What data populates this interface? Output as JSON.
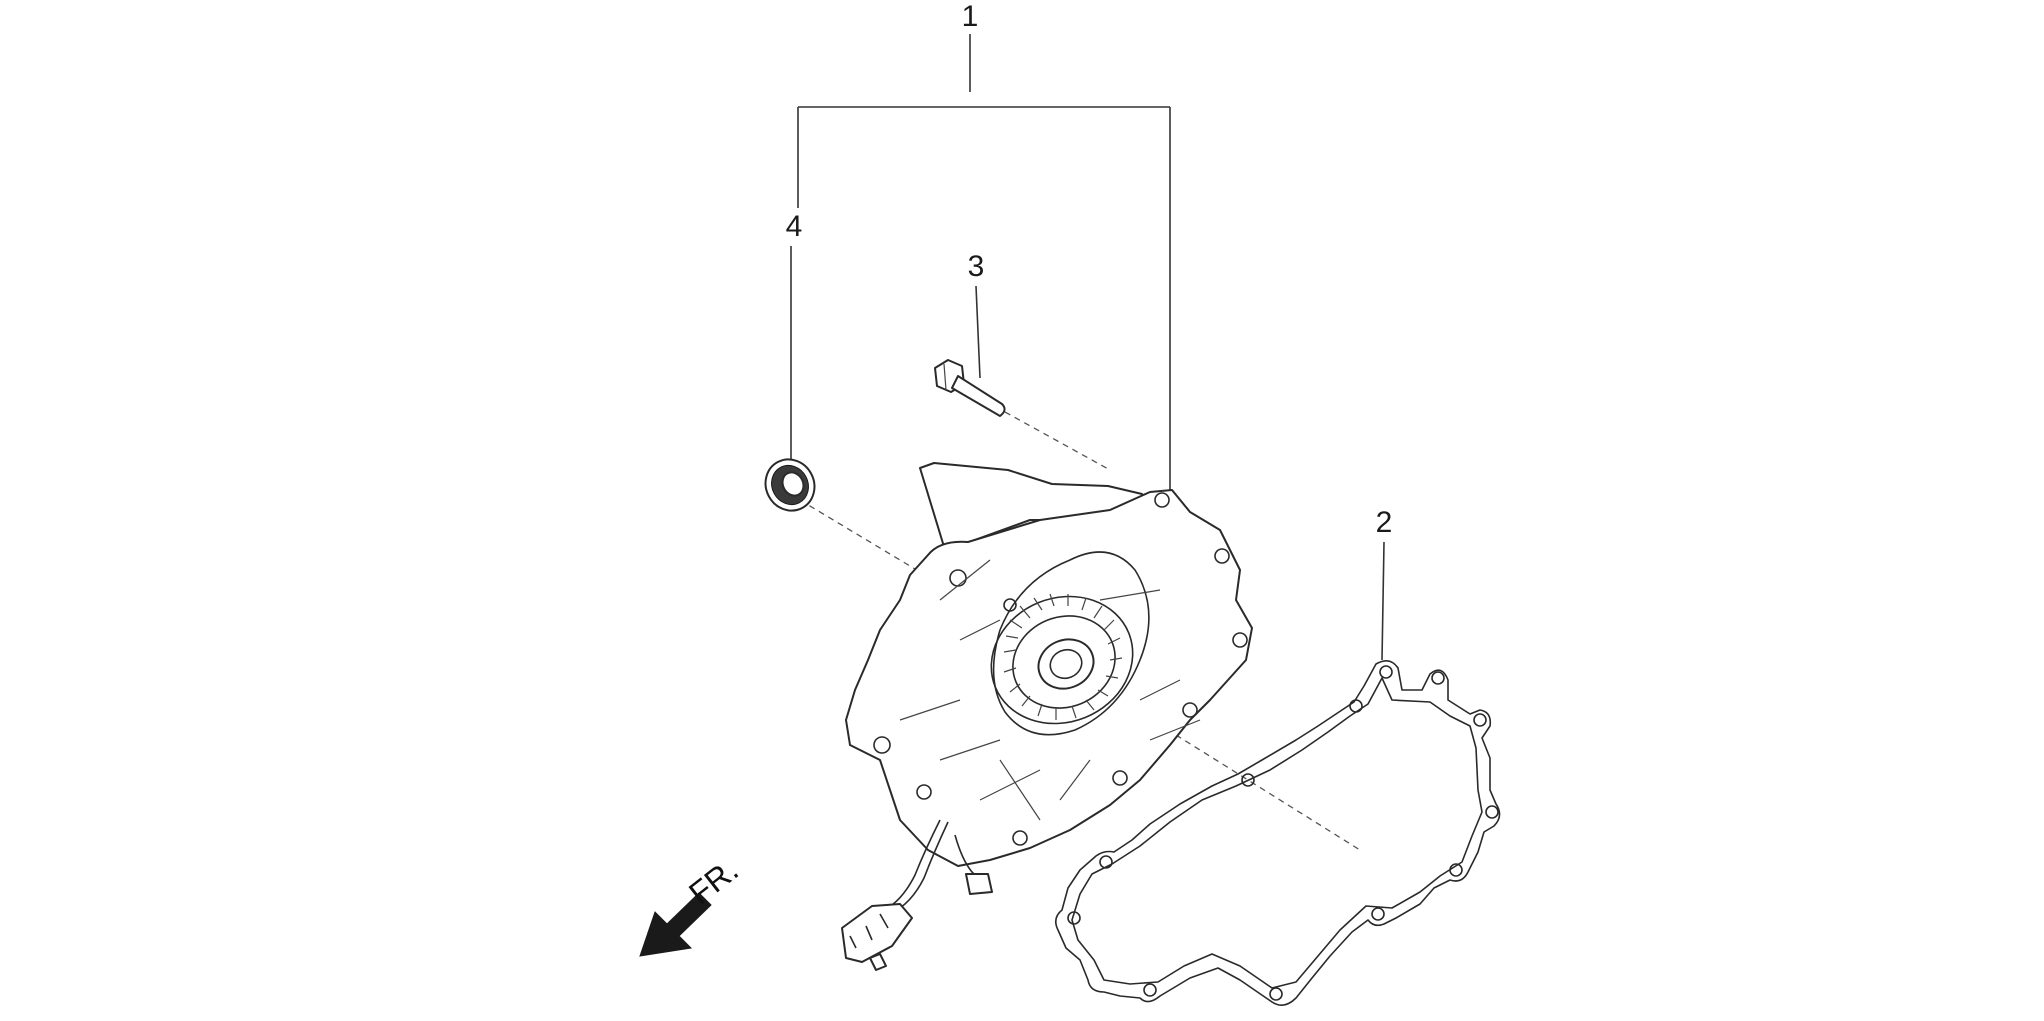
{
  "callouts": {
    "c1": "1",
    "c2": "2",
    "c3": "3",
    "c4": "4"
  },
  "front_label": "FR.",
  "icons": {
    "front_arrow": "front-direction-arrow-icon"
  },
  "colors": {
    "line": "#2a2a2a",
    "background": "#ffffff"
  }
}
